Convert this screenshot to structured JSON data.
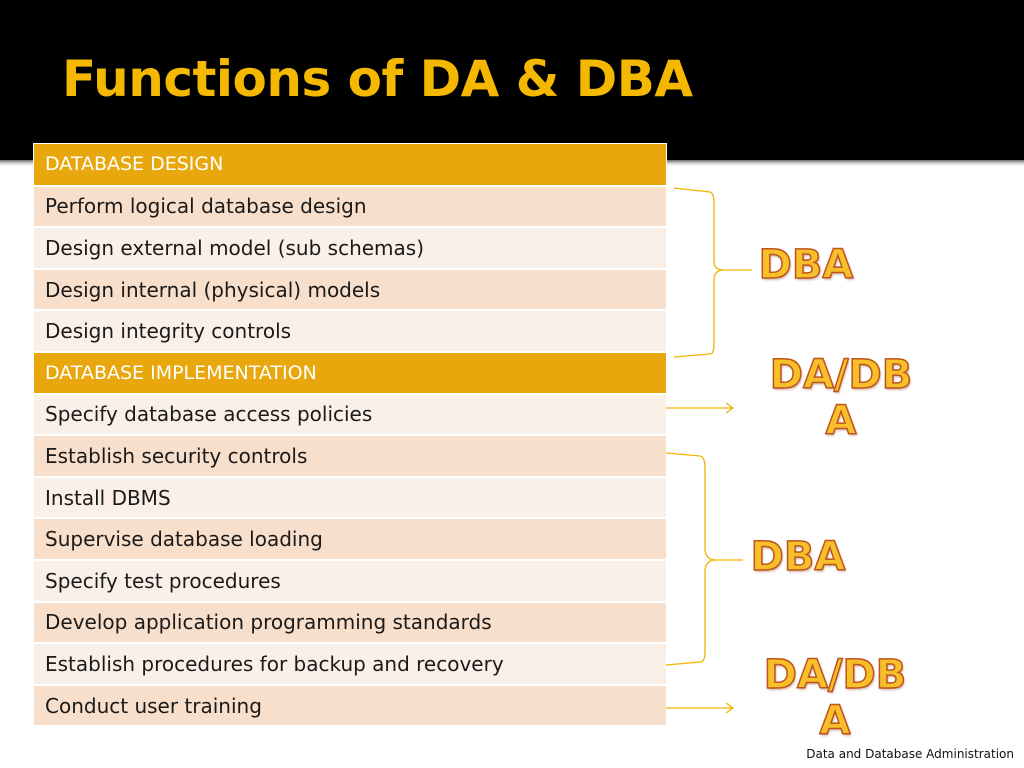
{
  "slide": {
    "title": "Functions of DA & DBA",
    "footer": "Data and Database Administration"
  },
  "table": {
    "rows": [
      {
        "text": "DATABASE DESIGN",
        "kind": "section"
      },
      {
        "text": "Perform logical database design",
        "kind": "item"
      },
      {
        "text": "Design external model (sub schemas)",
        "kind": "item"
      },
      {
        "text": "Design internal (physical) models",
        "kind": "item"
      },
      {
        "text": "Design integrity controls",
        "kind": "item"
      },
      {
        "text": "DATABASE IMPLEMENTATION",
        "kind": "section"
      },
      {
        "text": "Specify database access policies",
        "kind": "item"
      },
      {
        "text": "Establish security controls",
        "kind": "item"
      },
      {
        "text": "Install DBMS",
        "kind": "item"
      },
      {
        "text": "Supervise database loading",
        "kind": "item"
      },
      {
        "text": "Specify test procedures",
        "kind": "item"
      },
      {
        "text": "Develop application programming standards",
        "kind": "item"
      },
      {
        "text": "Establish procedures for backup and recovery",
        "kind": "item"
      },
      {
        "text": "Conduct user training",
        "kind": "item"
      }
    ]
  },
  "annotations": {
    "labels": [
      "DBA",
      "DA/DB\nA",
      "DBA",
      "DA/DB\nA"
    ]
  },
  "colors": {
    "title": "#f5b800",
    "section_header": "#e8a70c",
    "row_odd": "#f8dfcc",
    "row_even": "#fbf0e8",
    "connector": "#f0b400",
    "label_fill": "#f7c02a",
    "label_outline": "#c0531b"
  }
}
